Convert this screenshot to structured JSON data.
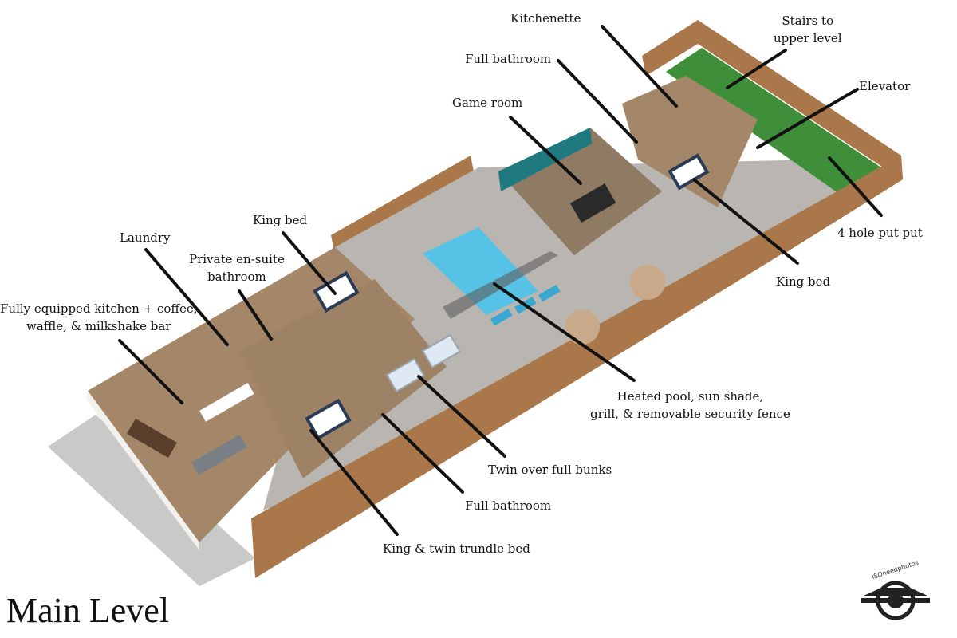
{
  "title": "Main Level",
  "watermark": "ISOneedphotos",
  "callouts": {
    "kitchenette": "Kitchenette",
    "stairs": [
      "Stairs to",
      "upper level"
    ],
    "full_bathroom_top": "Full bathroom",
    "elevator": "Elevator",
    "game_room": "Game room",
    "put_put": "4 hole put put",
    "king_bed_right": "King bed",
    "king_bed_mid": "King bed",
    "laundry": "Laundry",
    "private_bath": [
      "Private en-suite",
      "bathroom"
    ],
    "kitchen": [
      "Fully equipped kitchen + coffee,",
      "waffle, & milkshake bar"
    ],
    "pool": [
      "Heated pool, sun shade,",
      "grill, & removable security fence"
    ],
    "bunks": "Twin over full bunks",
    "full_bathroom_bottom": "Full bathroom",
    "king_twin": "King & twin trundle bed"
  },
  "colors": {
    "fence": "#a9774a",
    "deck": "#b9b6b1",
    "floor": "#a48668",
    "pool": "#56c2e6",
    "grass": "#3f8f3a",
    "wall": "#f2f1ee",
    "accent_wall": "#1f7a80"
  }
}
